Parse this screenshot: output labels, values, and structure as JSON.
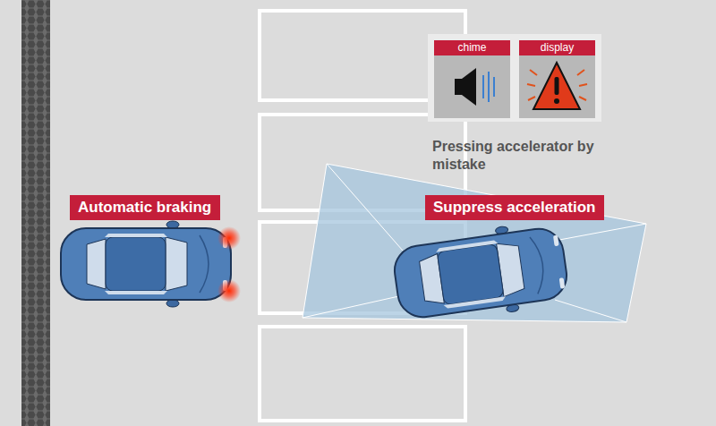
{
  "diagram": {
    "nodes": [
      {
        "text": [
          "chime"
        ]
      },
      {
        "text": [
          "display"
        ]
      },
      {
        "text": [
          "Automatic braking"
        ]
      },
      {
        "text": [
          "Suppress acceleration"
        ]
      }
    ],
    "labels": [
      "Pressing accelerator by mistake"
    ]
  }
}
